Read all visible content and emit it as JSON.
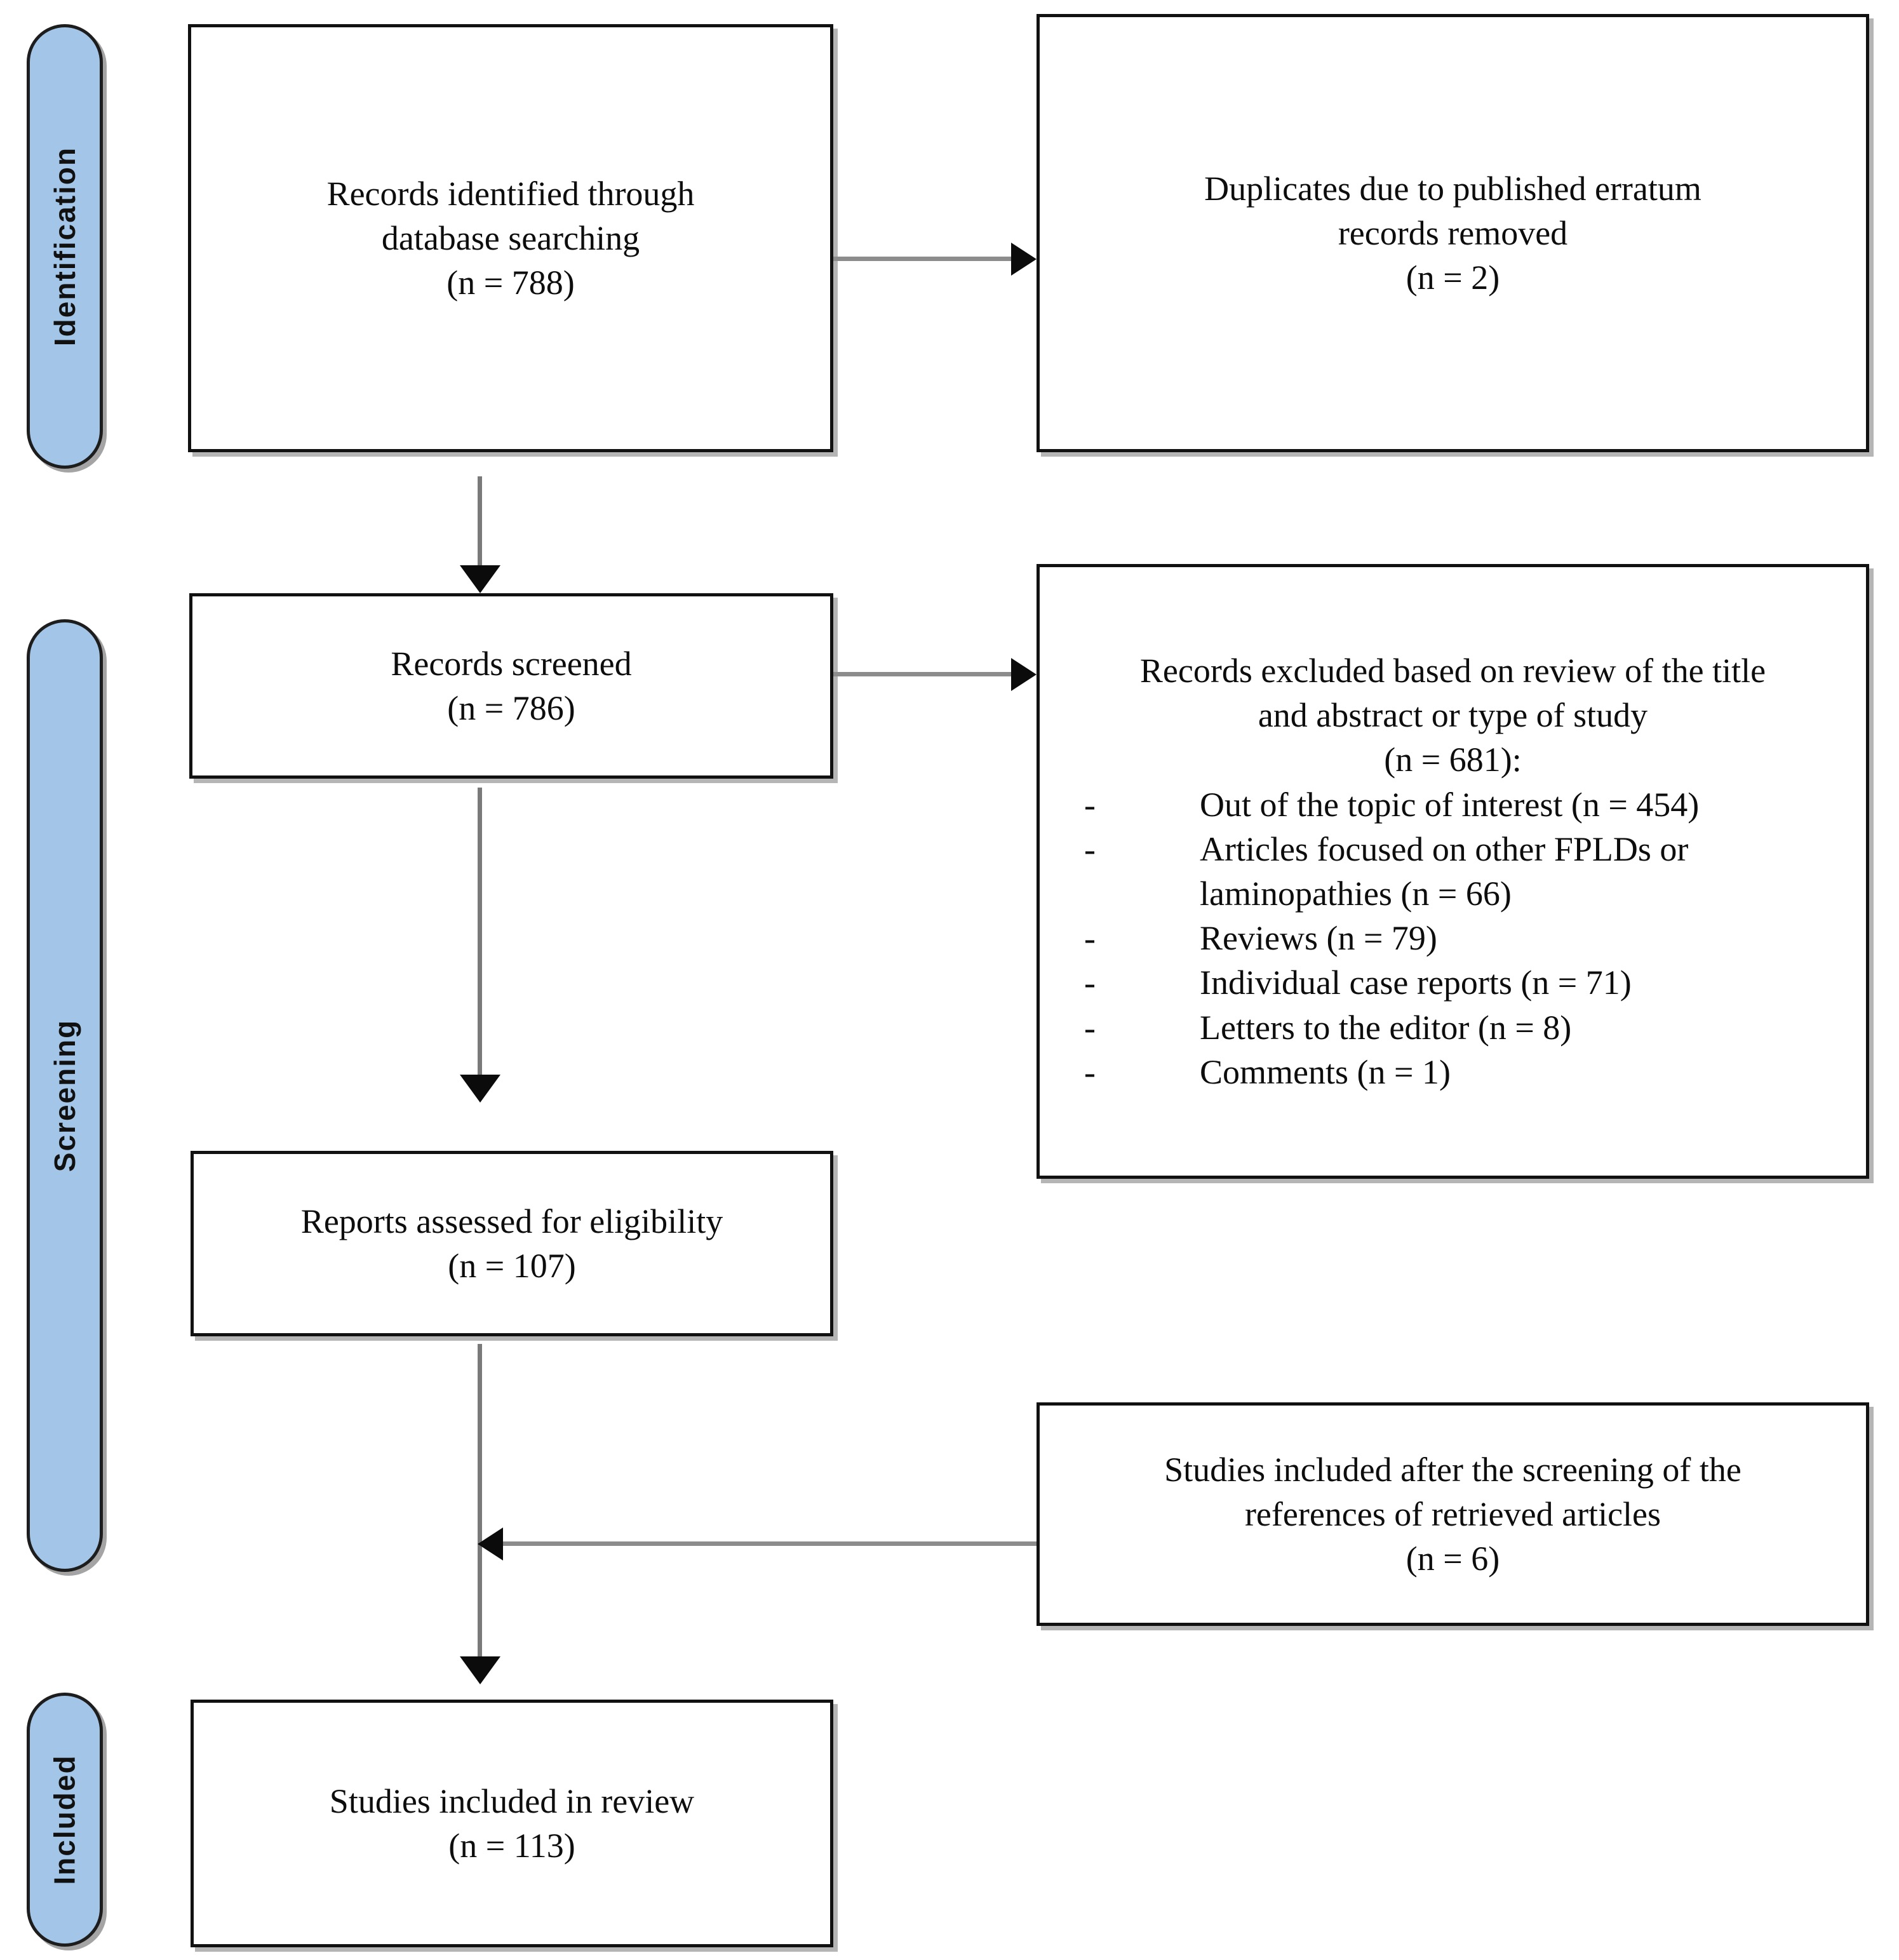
{
  "diagram": {
    "title": "PRISMA flow diagram",
    "accent_color": "#A3C6E8",
    "border_color": "#111111",
    "arrow_color": "#8c8c8c"
  },
  "stages": [
    {
      "id": "identification",
      "label": "Identification"
    },
    {
      "id": "screening",
      "label": "Screening"
    },
    {
      "id": "included",
      "label": "Included"
    }
  ],
  "boxes": {
    "records_identified": {
      "lines": [
        "Records identified through",
        "database searching",
        "(n = 788)"
      ]
    },
    "duplicates_removed": {
      "lines": [
        "Duplicates due to published erratum",
        "records removed",
        "(n = 2)"
      ]
    },
    "records_screened": {
      "lines": [
        "Records screened",
        "(n = 786)"
      ]
    },
    "records_excluded": {
      "heading_lines": [
        "Records excluded based on review of the title",
        "and abstract or type of study",
        "(n = 681):"
      ],
      "bullet_marker": "-",
      "items": [
        "Out of the topic of interest (n = 454)",
        "Articles focused on other FPLDs or laminopathies (n = 66)",
        "Reviews (n = 79)",
        "Individual case reports (n = 71)",
        "Letters to the editor (n = 8)",
        "Comments (n = 1)"
      ]
    },
    "reports_assessed": {
      "lines": [
        "Reports assessed for eligibility",
        "(n = 107)"
      ]
    },
    "studies_from_references": {
      "lines": [
        "Studies included after the screening of the",
        "references of retrieved articles",
        "(n = 6)"
      ]
    },
    "studies_included": {
      "lines": [
        "Studies included in review",
        "(n = 113)"
      ]
    }
  },
  "arrows": [
    {
      "id": "identified-to-duplicates",
      "direction": "right"
    },
    {
      "id": "identified-to-screened",
      "direction": "down"
    },
    {
      "id": "screened-to-excluded",
      "direction": "right"
    },
    {
      "id": "screened-to-assessed",
      "direction": "down"
    },
    {
      "id": "references-to-assessed",
      "direction": "left"
    },
    {
      "id": "assessed-to-included",
      "direction": "down"
    }
  ]
}
